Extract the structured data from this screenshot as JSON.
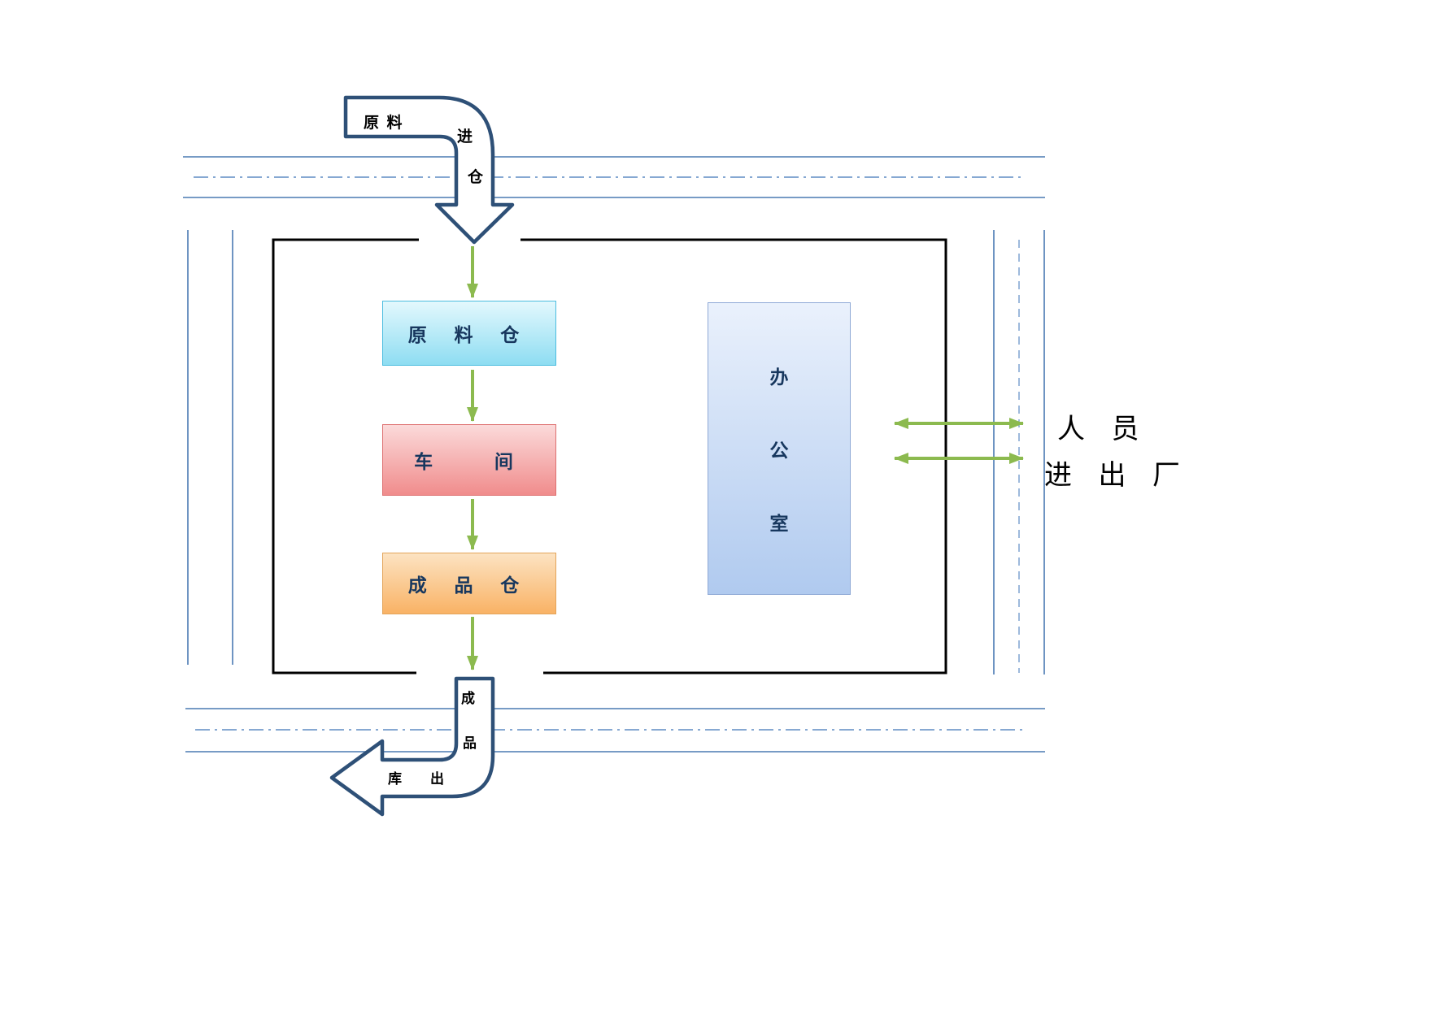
{
  "colors": {
    "road-blue": "#4a7ab2",
    "road-dash-blue": "#5e8bc4",
    "navy": "#2e5077",
    "green": "#8cba4f",
    "boundary-black": "#000000",
    "cyan-border": "#4bbcdf",
    "cyan-top": "#e3f8fd",
    "cyan-bottom": "#8eddf2",
    "red-border": "#dd7070",
    "red-top": "#fbdada",
    "red-bottom": "#f08c8c",
    "orange-border": "#e3a45a",
    "orange-top": "#fce3c2",
    "orange-bottom": "#f9b265",
    "office-border": "#8fa9d6",
    "office-top": "#eaf1fc",
    "office-bottom": "#b0caef",
    "box-text": "#17375e",
    "label-text": "#000000"
  },
  "arrows": {
    "inbound": {
      "c1": "原  料",
      "c2": "进",
      "c3": "仓"
    },
    "outbound": {
      "c1": "成",
      "c2": "品",
      "c3": "库",
      "c4": "出"
    }
  },
  "buildings": {
    "raw_warehouse": "原 料 仓",
    "workshop": "车 间",
    "finished_warehouse": "成 品 仓",
    "office_c1": "办",
    "office_c2": "公",
    "office_c3": "室"
  },
  "personnel": {
    "line1": "人 员",
    "line2": "进 出 厂"
  }
}
